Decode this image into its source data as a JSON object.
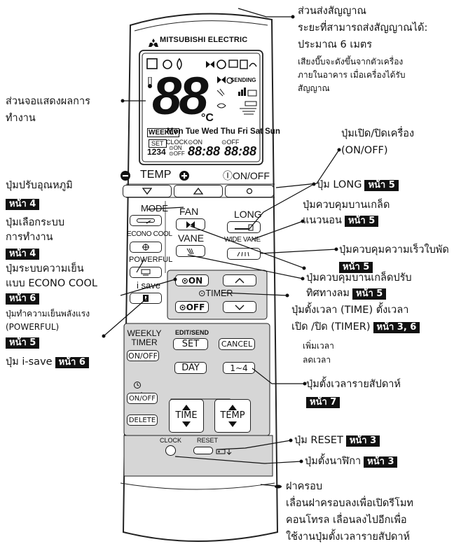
{
  "remote": {
    "brand": "MITSUBISHI ELECTRIC",
    "display": {
      "temp_digits": "88",
      "unit": "°C",
      "sending": "SENDING",
      "weekly": "WEEKLY",
      "days": "Mon Tue Wed Thu Fri Sat Sun",
      "set": "SET",
      "clock_on": "CLOCK⊙ON",
      "off": "⊙OFF",
      "numbers": "1234",
      "on_small": "⊙ON",
      "off_small": "⊙OFF",
      "time1": "88:88",
      "time2": "88:88"
    },
    "temp_label": "TEMP",
    "onoff_label": "ⒾON/OFF",
    "mode": "MODE",
    "econo_cool": "ECONO COOL",
    "powerful": "POWERFUL",
    "i_save": "i save",
    "fan": "FAN",
    "long": "LONG",
    "vane": "VANE",
    "wide_vane": "WIDE VANE",
    "on": "⊙ON",
    "timer": "⊙TIMER",
    "off": "⊙OFF",
    "weekly_timer": "WEEKLY TIMER",
    "weekly_onoff": "ON/OFF",
    "edit_send": "EDIT/SEND",
    "set_btn": "SET",
    "cancel": "CANCEL",
    "day": "DAY",
    "range": "1~4",
    "onoff2": "ON/OFF",
    "delete": "DELETE",
    "time_btn": "TIME",
    "temp_btn": "TEMP",
    "clock": "CLOCK",
    "reset": "RESET"
  },
  "labels": {
    "transmitter_1": "ส่วนส่งสัญญาณ",
    "transmitter_2": "ระยะที่สามารถส่งสัญญาณได้:",
    "transmitter_3": "ประมาณ 6 เมตร",
    "transmitter_4": "เสียงบี๊บจะดังขึ้นจากตัวเครื่อง",
    "transmitter_5": "ภายในอาคาร เมื่อเครื่องได้รับ",
    "transmitter_6": "สัญญาณ",
    "display_1": "ส่วนจอแสดงผลการ",
    "display_2": "ทำงาน",
    "onoff_1": "ปุ่มเปิด/ปิดเครื่อง",
    "onoff_2": "(ON/OFF)",
    "temp_1": "ปุ่มปรับอุณหภูมิ",
    "temp_page": "หน้า 4",
    "long_1": "ปุ่ม LONG",
    "long_page": "หน้า 5",
    "wide_vane_1": "ปุ่มควบคุมบานเกล็ด",
    "wide_vane_2": "แนวนอน",
    "wide_vane_page": "หน้า 5",
    "mode_1": "ปุ่มเลือกระบบ",
    "mode_2": "การทำงาน",
    "mode_page": "หน้า 4",
    "fan_1": "ปุ่มควบคุมความเร็วใบพัด",
    "fan_page": "หน้า 5",
    "econo_1": "ปุ่มระบบความเย็น",
    "econo_2": "แบบ ECONO COOL",
    "econo_page": "หน้า 6",
    "vane_1": "ปุ่มควบคุมบานเกล็ดปรับ",
    "vane_2": "ทิศทางลม",
    "vane_page": "หน้า 5",
    "powerful_1": "ปุ่มทำความเย็นพลังแรง",
    "powerful_2": "(POWERFUL)",
    "powerful_page": "หน้า 5",
    "timer_1": "ปุ่มตั้งเวลา (TIME) ตั้งเวลา",
    "timer_2": "เปิด /ปิด (TIMER)",
    "timer_page": "หน้า 3, 6",
    "timer_3": "เพิ่มเวลา",
    "timer_4": "ลดเวลา",
    "isave_1": "ปุ่ม i-save",
    "isave_page": "หน้า 6",
    "weekly_1": "ปุ่มตั้งเวลารายสัปดาห์",
    "weekly_page": "หน้า 7",
    "reset_1": "ปุ่ม RESET",
    "reset_page": "หน้า 3",
    "clock_1": "ปุ่มตั้งนาฬิกา",
    "clock_page": "หน้า 3",
    "cover_1": "ฝาครอบ",
    "cover_2": "เลื่อนฝาครอบลงเพื่อเปิดรีโมท",
    "cover_3": "คอนโทรล เลื่อนลงไปอีกเพื่อ",
    "cover_4": "ใช้งานปุ่มตั้งเวลารายสัปดาห์"
  }
}
